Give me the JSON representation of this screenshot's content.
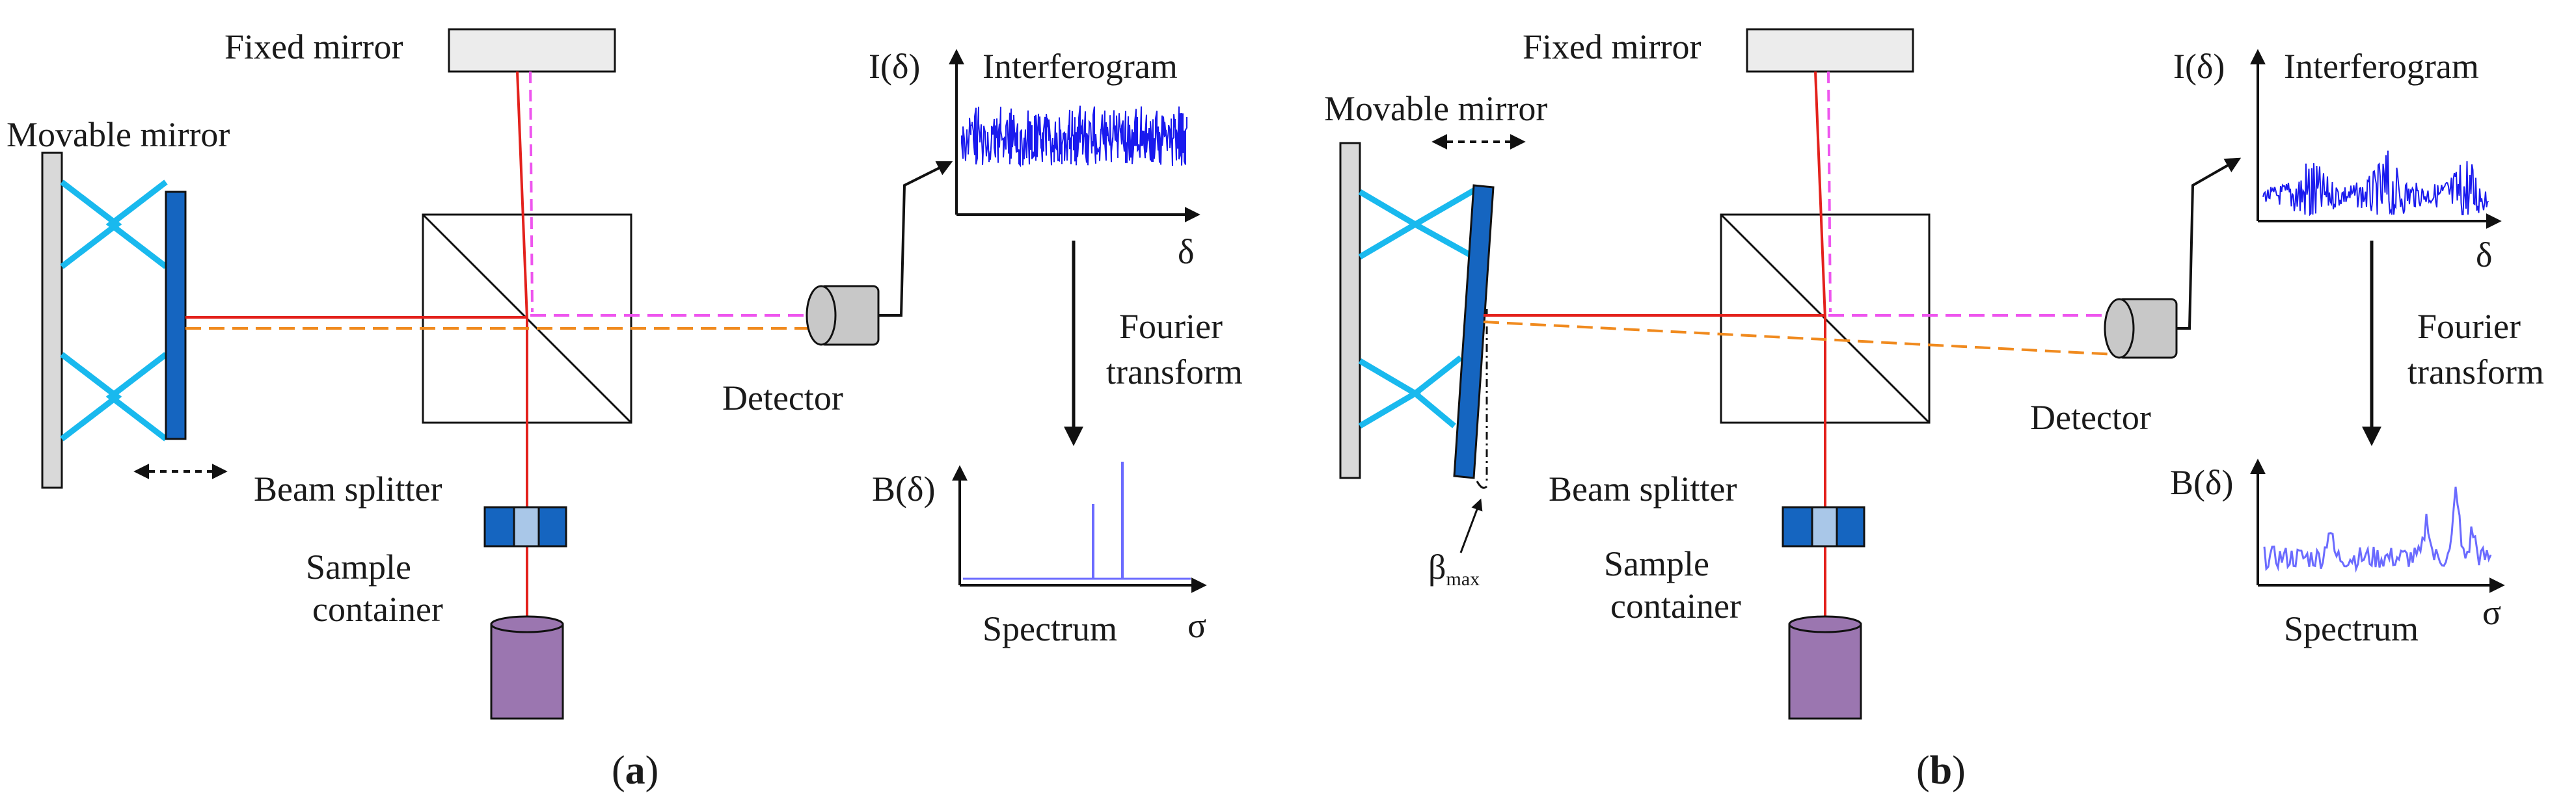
{
  "colors": {
    "laser_red": "#e3211c",
    "return_magenta": "#ee55ee",
    "tilt_orange": "#f08a1e",
    "spring_cyan": "#19b9ee",
    "mirror_blue": "#1565c0",
    "trace_blue": "#1a1aee",
    "source_purple": "#9b76b0",
    "panel_gray": "#d9d9d9"
  },
  "labels": {
    "fixed_mirror": "Fixed mirror",
    "movable_mirror": "Movable mirror",
    "beam_splitter": "Beam splitter",
    "sample_line1": "Sample",
    "sample_line2": "container",
    "detector": "Detector",
    "fourier_line1": "Fourier",
    "fourier_line2": "transform",
    "interferogram": "Interferogram",
    "I_axis": "I(δ)",
    "delta_axis": "δ",
    "B_axis": "B(δ)",
    "sigma_axis": "σ",
    "spectrum": "Spectrum",
    "beta_symbol": "β",
    "beta_sub": "max"
  },
  "panels": [
    {
      "id": "a",
      "caption_open": "(",
      "caption_letter": "a",
      "caption_close": ")"
    },
    {
      "id": "b",
      "caption_open": "(",
      "caption_letter": "b",
      "caption_close": ")"
    }
  ]
}
